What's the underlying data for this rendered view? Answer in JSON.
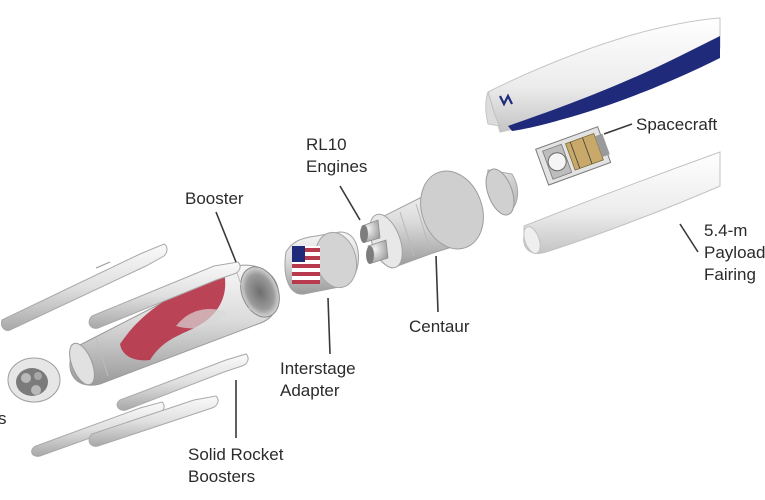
{
  "labels": {
    "booster": "Booster",
    "rl10_line1": "RL10",
    "rl10_line2": "Engines",
    "spacecraft": "Spacecraft",
    "centaur": "Centaur",
    "interstage_line1": "Interstage",
    "interstage_line2": "Adapter",
    "srb_line1": "Solid Rocket",
    "srb_line2": "Boosters",
    "fairing_line1": "5.4-m",
    "fairing_line2": "Payload",
    "fairing_line3": "Fairing",
    "be4_partial": "s"
  },
  "colors": {
    "background": "#ffffff",
    "hardware_light": "#eeeeee",
    "hardware_mid": "#c9c9c9",
    "hardware_dark": "#8e8e8e",
    "booster_red": "#b83a4e",
    "fairing_blue": "#1f2a7a",
    "leader_line": "#3a3a3a",
    "text": "#2b2b2b"
  }
}
